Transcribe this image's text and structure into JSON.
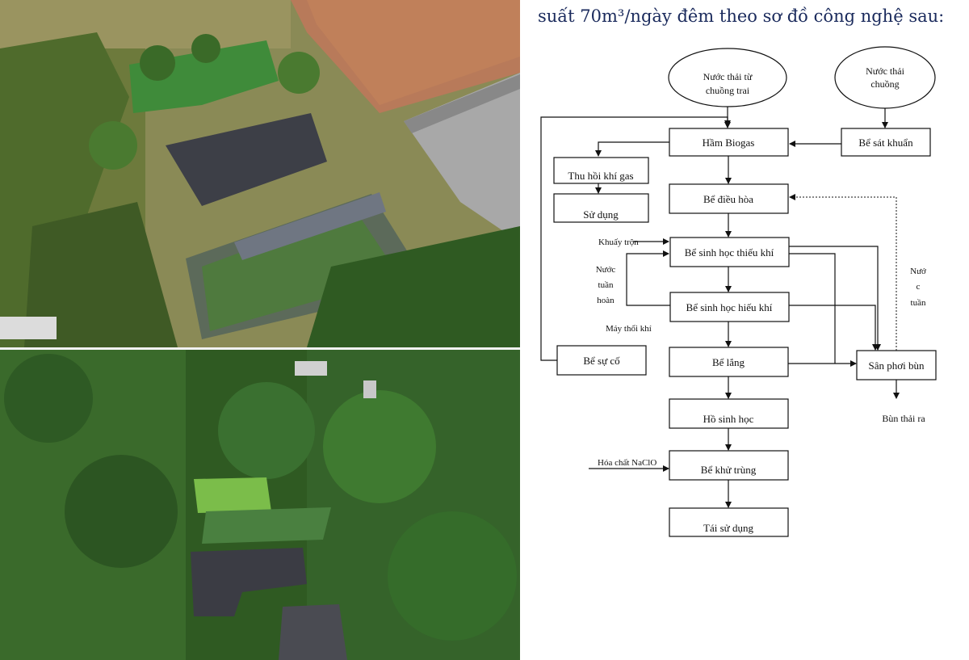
{
  "diagram": {
    "title": "suất 70m³/ngày đêm theo sơ đồ công nghệ sau:",
    "nodes": {
      "source_farm": {
        "lines": [
          "Nước thải từ",
          "chuồng trai"
        ]
      },
      "source_cage": {
        "lines": [
          "Nước thải",
          "chuồng"
        ]
      },
      "biogas": "Hầm Biogas",
      "disinfect_tank": "Bể sát khuẩn",
      "gas_recovery": "Thu hồi khí gas",
      "use": "Sử dụng",
      "equalization": "Bể điều hòa",
      "anoxic": "Bể sinh học thiếu khí",
      "aerobic": "Bể sinh học hiếu khí",
      "incident_tank": "Bể sự cố",
      "settling": "Bể lắng",
      "sludge_bed": "Sân phơi bùn",
      "bio_pond": "Hồ sinh học",
      "sterilization": "Bể khử trùng",
      "reuse": "Tái sử dụng"
    },
    "labels": {
      "mixing": "Khuấy trộn",
      "recirc_water": [
        "Nước",
        "tuần",
        "hoàn"
      ],
      "blower": "Máy thổi khí",
      "recirc_right": [
        "Nướ",
        "c",
        "tuần"
      ],
      "sludge_out": "Bùn thải ra",
      "chemical": "Hóa chất NaClO"
    }
  }
}
